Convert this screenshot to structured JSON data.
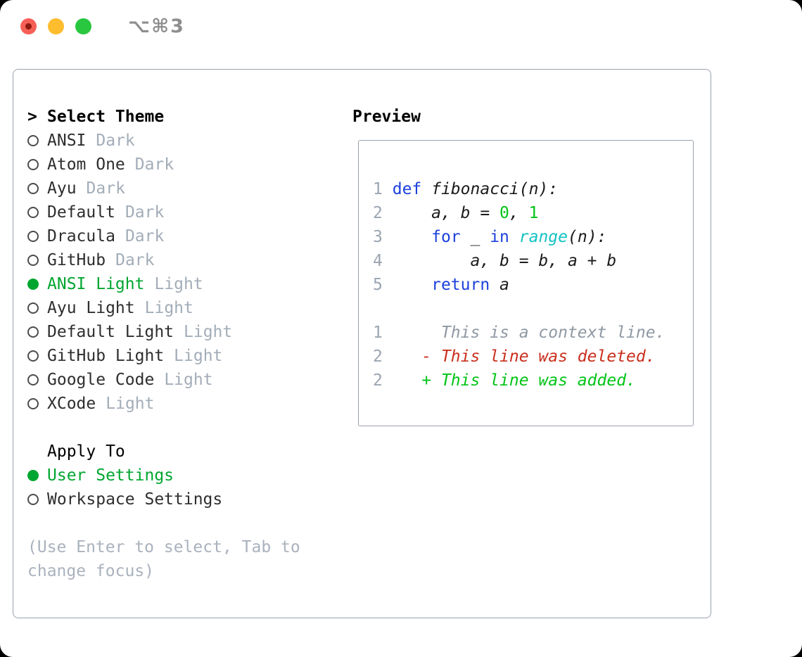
{
  "titlebar": {
    "shortcut": "⌥⌘3"
  },
  "theme_list": {
    "prompt": ">",
    "header": "Select Theme",
    "items": [
      {
        "name": "ANSI",
        "variant": "Dark",
        "selected": false
      },
      {
        "name": "Atom One",
        "variant": "Dark",
        "selected": false
      },
      {
        "name": "Ayu",
        "variant": "Dark",
        "selected": false
      },
      {
        "name": "Default",
        "variant": "Dark",
        "selected": false
      },
      {
        "name": "Dracula",
        "variant": "Dark",
        "selected": false
      },
      {
        "name": "GitHub",
        "variant": "Dark",
        "selected": false
      },
      {
        "name": "ANSI Light",
        "variant": "Light",
        "selected": true
      },
      {
        "name": "Ayu Light",
        "variant": "Light",
        "selected": false
      },
      {
        "name": "Default Light",
        "variant": "Light",
        "selected": false
      },
      {
        "name": "GitHub Light",
        "variant": "Light",
        "selected": false
      },
      {
        "name": "Google Code",
        "variant": "Light",
        "selected": false
      },
      {
        "name": "XCode",
        "variant": "Light",
        "selected": false
      }
    ]
  },
  "apply_to": {
    "header": "Apply To",
    "options": [
      {
        "label": "User Settings",
        "selected": true
      },
      {
        "label": "Workspace Settings",
        "selected": false
      }
    ]
  },
  "hint_lines": [
    "(Use Enter to select, Tab to",
    "change focus)"
  ],
  "preview": {
    "header": "Preview",
    "lines": [
      {
        "tokens": [
          {
            "c": "num",
            "t": "1"
          },
          {
            "c": "pl",
            "t": " "
          },
          {
            "c": "kw",
            "t": "def"
          },
          {
            "c": "pl",
            "t": " fibonacci(n):"
          }
        ]
      },
      {
        "tokens": [
          {
            "c": "num",
            "t": "2"
          },
          {
            "c": "pl",
            "t": "     a, b = "
          },
          {
            "c": "lit",
            "t": "0"
          },
          {
            "c": "pl",
            "t": ", "
          },
          {
            "c": "lit",
            "t": "1"
          }
        ]
      },
      {
        "tokens": [
          {
            "c": "num",
            "t": "3"
          },
          {
            "c": "pl",
            "t": "     "
          },
          {
            "c": "kw",
            "t": "for"
          },
          {
            "c": "pl",
            "t": " _ "
          },
          {
            "c": "kw",
            "t": "in"
          },
          {
            "c": "pl",
            "t": " "
          },
          {
            "c": "fn",
            "t": "range"
          },
          {
            "c": "pl",
            "t": "(n):"
          }
        ]
      },
      {
        "tokens": [
          {
            "c": "num",
            "t": "4"
          },
          {
            "c": "pl",
            "t": "         a, b = b, a + b"
          }
        ]
      },
      {
        "tokens": [
          {
            "c": "num",
            "t": "5"
          },
          {
            "c": "pl",
            "t": "     "
          },
          {
            "c": "kw",
            "t": "return"
          },
          {
            "c": "pl",
            "t": " a"
          }
        ]
      },
      {
        "tokens": []
      },
      {
        "tokens": [
          {
            "c": "num",
            "t": "1"
          },
          {
            "c": "ctx",
            "t": "      This is a context line."
          }
        ]
      },
      {
        "tokens": [
          {
            "c": "num",
            "t": "2"
          },
          {
            "c": "del",
            "t": "    - This line was deleted."
          }
        ]
      },
      {
        "tokens": [
          {
            "c": "num",
            "t": "2"
          },
          {
            "c": "add",
            "t": "    + This line was added."
          }
        ]
      }
    ]
  },
  "colors": {
    "accent_green": "#00a630",
    "code_green": "#00c416",
    "code_blue": "#1c41dc",
    "code_cyan": "#15c2c4",
    "diff_red": "#c92f1d",
    "text_primary": "#2e2e2e",
    "variant_gray": "#a3adb8",
    "hint_gray": "#aab2bd",
    "line_number": "#9ba5b1",
    "context_gray": "#8f99a3",
    "border_gray": "#9aa2ad",
    "titlebar_text": "#8e8e8e",
    "traffic_red": "#f65f57",
    "traffic_red_dot": "#8c1a10",
    "traffic_yellow": "#fdbd2e",
    "traffic_green": "#29c73f"
  }
}
